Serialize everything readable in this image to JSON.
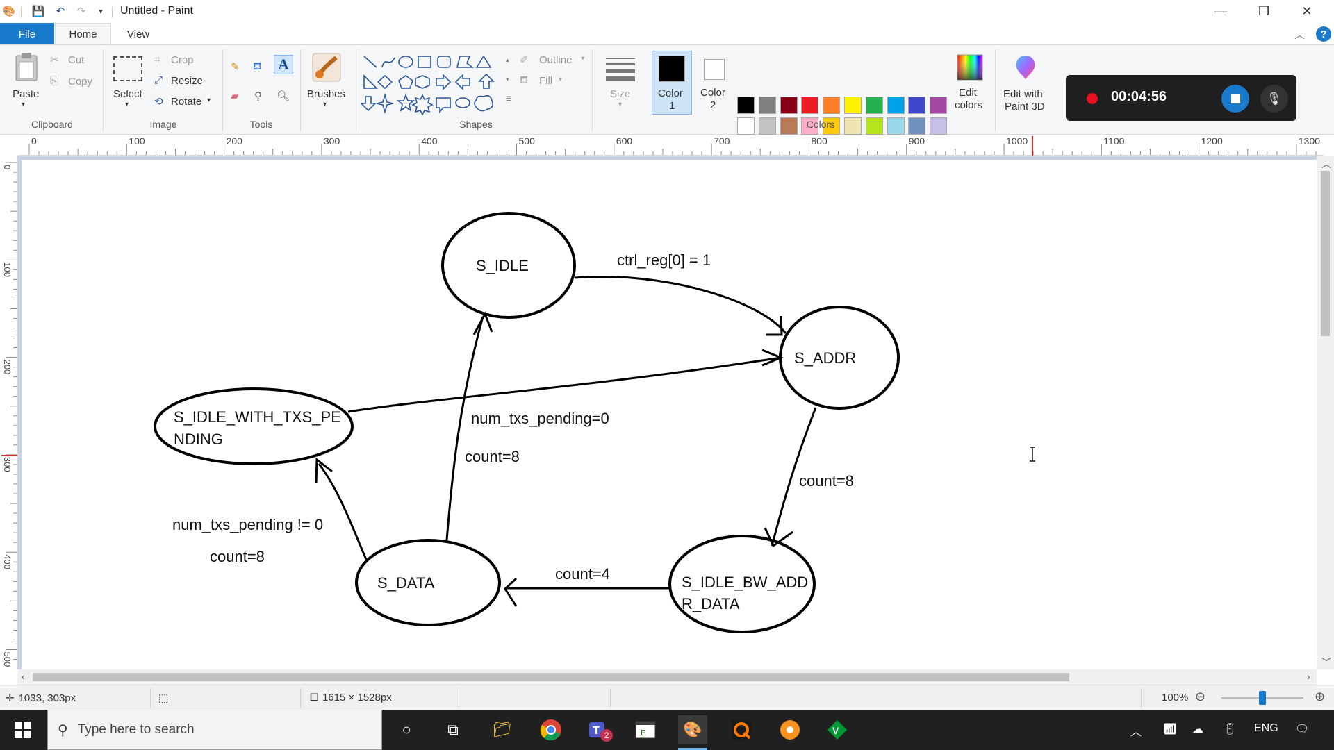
{
  "window": {
    "title": "Untitled - Paint"
  },
  "tabs": {
    "file": "File",
    "home": "Home",
    "view": "View"
  },
  "ribbon": {
    "clipboard": {
      "paste": "Paste",
      "cut": "Cut",
      "copy": "Copy",
      "label": "Clipboard"
    },
    "image": {
      "select": "Select",
      "crop": "Crop",
      "resize": "Resize",
      "rotate": "Rotate",
      "label": "Image"
    },
    "tools": {
      "label": "Tools"
    },
    "brushes": {
      "label": "Brushes"
    },
    "shapes": {
      "outline": "Outline",
      "fill": "Fill",
      "label": "Shapes"
    },
    "size": {
      "label": "Size"
    },
    "colors": {
      "color1_line1": "Color",
      "color1_line2": "1",
      "color2_line1": "Color",
      "color2_line2": "2",
      "edit_line1": "Edit",
      "edit_line2": "colors",
      "label": "Colors",
      "color1": "#000000",
      "color2": "#ffffff",
      "palette_row1": [
        "#000000",
        "#7f7f7f",
        "#880015",
        "#ed1c24",
        "#ff7f27",
        "#fff200",
        "#22b14c",
        "#00a2e8",
        "#3f48cc",
        "#a349a4"
      ],
      "palette_row2": [
        "#ffffff",
        "#c3c3c3",
        "#b97a57",
        "#ffaec9",
        "#ffc90e",
        "#efe4b0",
        "#b5e61d",
        "#99d9ea",
        "#7092be",
        "#c8bfe7"
      ],
      "palette_row3": [
        "#ffffff",
        "#ffffff",
        "#ffffff",
        "#ffffff",
        "#ffffff",
        "#ffffff",
        "#ffffff",
        "#ffffff",
        "#ffffff",
        "#ffffff"
      ]
    },
    "paint3d": {
      "line1": "Edit with",
      "line2": "Paint 3D"
    }
  },
  "recorder": {
    "time": "00:04:56"
  },
  "rulers": {
    "horizontal": [
      "0",
      "100",
      "200",
      "300",
      "400",
      "500",
      "600",
      "700",
      "800",
      "900",
      "1000",
      "1100",
      "1200",
      "1300"
    ],
    "vertical": [
      "0",
      "100",
      "200",
      "300",
      "400",
      "500"
    ]
  },
  "diagram": {
    "states": {
      "s_idle": "S_IDLE",
      "s_addr": "S_ADDR",
      "s_idle_pending_1": "S_IDLE_WITH_TXS_PE",
      "s_idle_pending_2": "NDING",
      "s_data": "S_DATA",
      "s_idle_bw_1": "S_IDLE_BW_ADD",
      "s_idle_bw_2": "R_DATA"
    },
    "labels": {
      "ctrl": "ctrl_reg[0] = 1",
      "num_zero": "num_txs_pending=0",
      "count_up": "count=8",
      "count_right": "count=8",
      "num_nonzero": "num_txs_pending != 0",
      "count_left": "count=8",
      "count_bottom": "count=4"
    }
  },
  "status": {
    "cursor": "1033, 303px",
    "canvas_size": "1615 × 1528px",
    "zoom": "100%"
  },
  "taskbar": {
    "search_placeholder": "Type here to search",
    "lang": "ENG",
    "teams_badge": "2"
  }
}
